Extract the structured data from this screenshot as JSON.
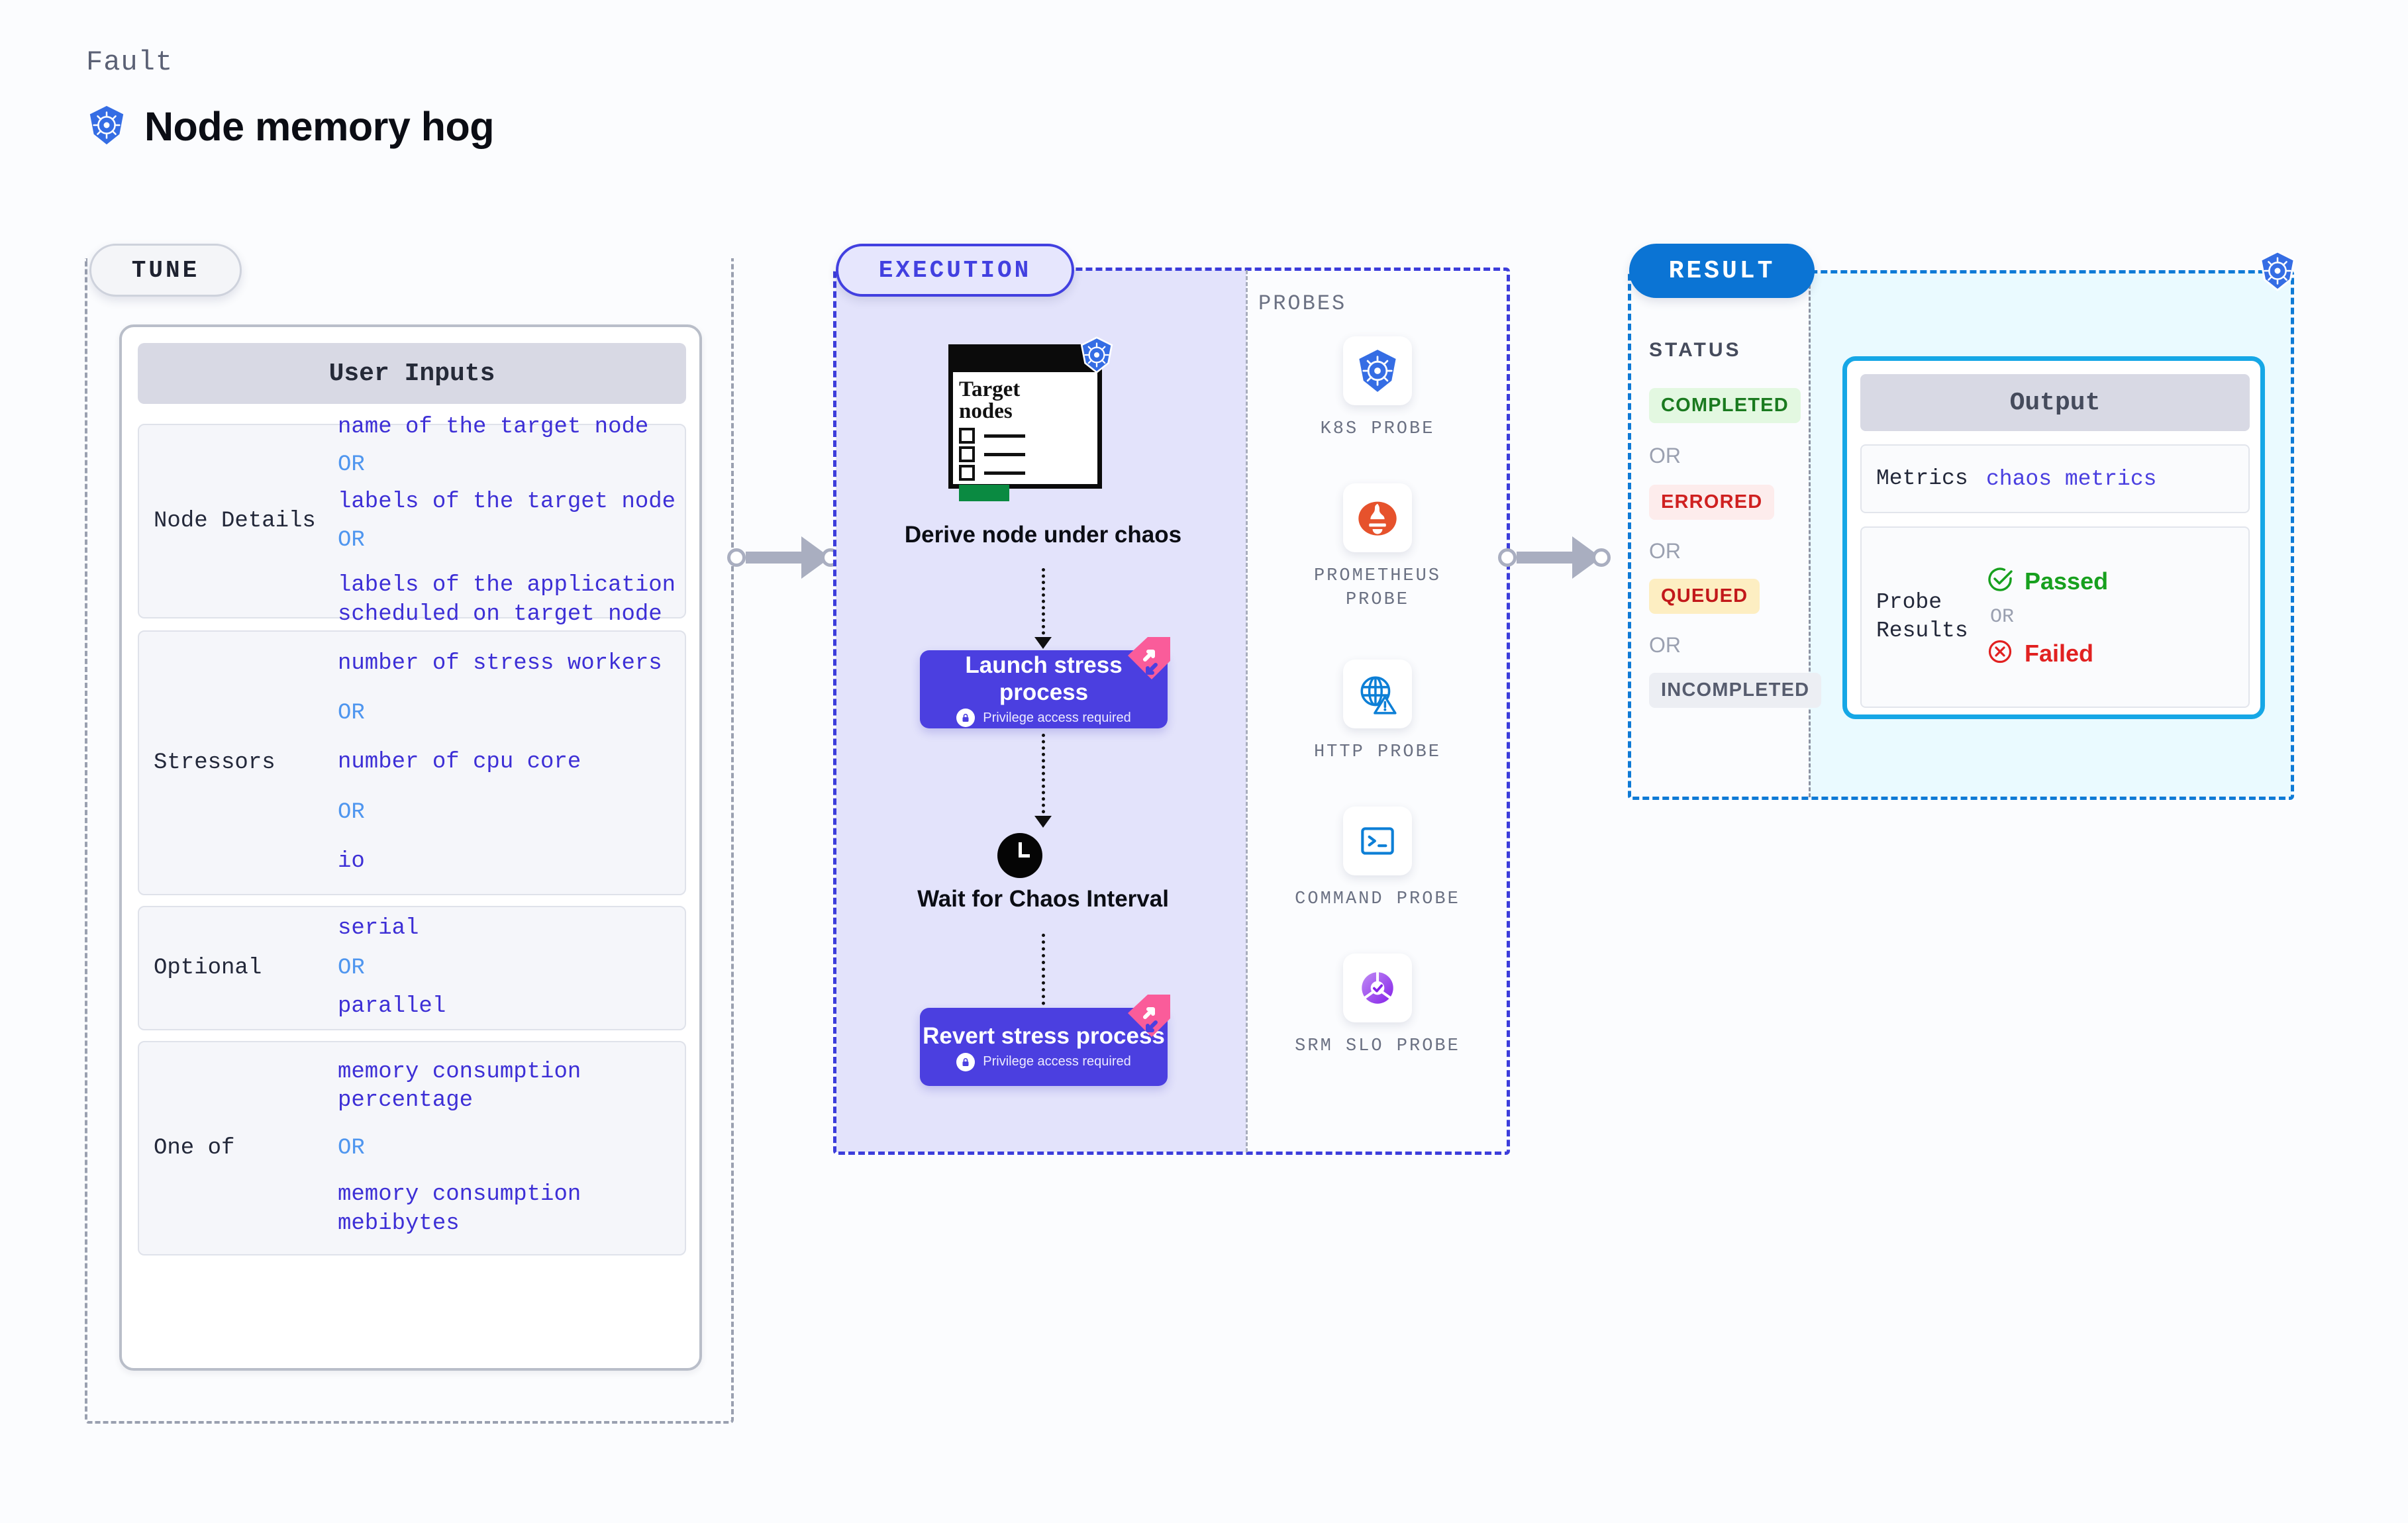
{
  "header": {
    "eyebrow": "Fault",
    "title": "Node memory hog",
    "icon": "kubernetes-icon"
  },
  "tune": {
    "pill": "TUNE",
    "card_title": "User Inputs",
    "groups": [
      {
        "label": "Node Details",
        "values": [
          "name of the target node",
          "labels of the target node",
          "labels of the application\n scheduled on target node"
        ],
        "separators": [
          "OR",
          "OR"
        ]
      },
      {
        "label": "Stressors",
        "values": [
          "number of stress workers",
          "number of cpu core",
          "io"
        ],
        "separators": [
          "OR",
          "OR"
        ]
      },
      {
        "label": "Optional",
        "values": [
          "serial",
          "parallel"
        ],
        "separators": [
          "OR"
        ]
      },
      {
        "label": "One of",
        "values": [
          "memory consumption percentage",
          "memory consumption mebibytes"
        ],
        "separators": [
          "OR"
        ]
      }
    ]
  },
  "execution": {
    "pill": "EXECUTION",
    "target_card": {
      "title_line1": "Target",
      "title_line2": "nodes",
      "icon": "kubernetes-icon"
    },
    "steps": [
      {
        "name": "Derive node under chaos",
        "type": "label"
      },
      {
        "name": "Launch stress process",
        "type": "process",
        "note": "Privilege access required",
        "badge": "privileged-corner-badge"
      },
      {
        "name": "Wait for Chaos Interval",
        "type": "wait",
        "icon": "clock-icon"
      },
      {
        "name": "Revert stress process",
        "type": "process",
        "note": "Privilege access required",
        "badge": "privileged-corner-badge"
      }
    ],
    "probes_label": "PROBES",
    "probes": [
      {
        "name": "K8S PROBE",
        "icon": "kubernetes-icon"
      },
      {
        "name": "PROMETHEUS PROBE",
        "icon": "prometheus-icon"
      },
      {
        "name": "HTTP PROBE",
        "icon": "globe-alert-icon"
      },
      {
        "name": "COMMAND PROBE",
        "icon": "terminal-icon"
      },
      {
        "name": "SRM SLO PROBE",
        "icon": "srm-slo-icon"
      }
    ]
  },
  "result": {
    "pill": "RESULT",
    "status_label": "STATUS",
    "statuses": [
      {
        "text": "COMPLETED",
        "fg": "#1a7a1f",
        "bg": "#e3f8e1"
      },
      {
        "text": "ERRORED",
        "fg": "#cf2020",
        "bg": "#fdecec"
      },
      {
        "text": "QUEUED",
        "fg": "#c2181a",
        "bg": "#fdeec2"
      },
      {
        "text": "INCOMPLETED",
        "fg": "#565c6e",
        "bg": "#eceef3"
      }
    ],
    "or_text": "OR",
    "output": {
      "title": "Output",
      "metrics_label": "Metrics",
      "metrics_value": "chaos metrics",
      "probe_results_label": "Probe Results",
      "passed": "Passed",
      "failed": "Failed",
      "or_text": "OR"
    },
    "icon": "kubernetes-icon"
  },
  "colors": {
    "execution_accent": "#4240e0",
    "result_accent": "#0b74d4",
    "output_border": "#16a7e6",
    "value_text": "#3d2fd6",
    "or_text": "#4f96ef"
  }
}
